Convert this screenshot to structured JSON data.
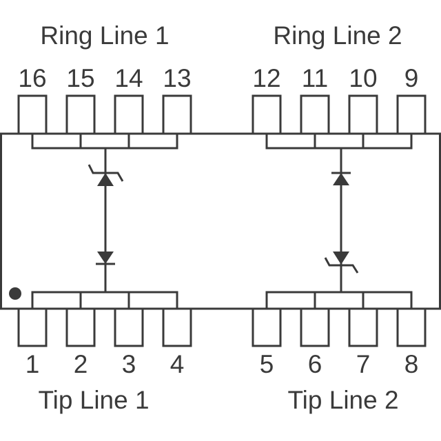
{
  "labels": {
    "ring_line_1": "Ring Line 1",
    "ring_line_2": "Ring Line 2",
    "tip_line_1": "Tip Line 1",
    "tip_line_2": "Tip Line 2"
  },
  "pins": {
    "top": [
      "16",
      "15",
      "14",
      "13",
      "12",
      "11",
      "10",
      "9"
    ],
    "bottom": [
      "1",
      "2",
      "3",
      "4",
      "5",
      "6",
      "7",
      "8"
    ]
  },
  "colors": {
    "line": "#3a3a3a",
    "background": "#ffffff"
  }
}
